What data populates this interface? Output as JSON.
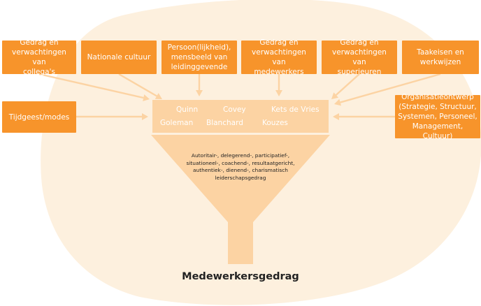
{
  "colors": {
    "box": "#f7942b",
    "arrow": "#fcd3a3",
    "funnel": "#fcd3a3",
    "background_blob": "#fdf0de",
    "text_dark": "#222222"
  },
  "influences": [
    {
      "lines": [
        "Gedrag en",
        "verwachtingen van",
        "collega's"
      ]
    },
    {
      "lines": [
        "Nationale cultuur"
      ]
    },
    {
      "lines": [
        "Persoon(lijkheid),",
        "mensbeeld van",
        "leidinggevende"
      ]
    },
    {
      "lines": [
        "Gedrag en",
        "verwachtingen van",
        "medewerkers"
      ]
    },
    {
      "lines": [
        "Gedrag en",
        "verwachtingen van",
        "superieuren"
      ]
    },
    {
      "lines": [
        "Taakeisen en",
        "werkwijzen"
      ]
    },
    {
      "lines": [
        "Tijdgeest/modes"
      ]
    },
    {
      "lines": [
        "Organisatieontwerp",
        "(Strategie, Structuur,",
        "Systemen, Personeel,",
        "Management, Cultuur)"
      ]
    }
  ],
  "authors": [
    "Quinn",
    "Covey",
    "Kets de Vries",
    "Goleman",
    "Blanchard",
    "Kouzes"
  ],
  "leadership_styles": {
    "lines": [
      "Autoritair-, delegerend-, participatief-,",
      "situationeel-, coachend-, resultaatgericht,",
      "authentiek-, dienend-, charismatisch",
      "leiderschapsgedrag"
    ]
  },
  "result": "Medewerkersgedrag"
}
